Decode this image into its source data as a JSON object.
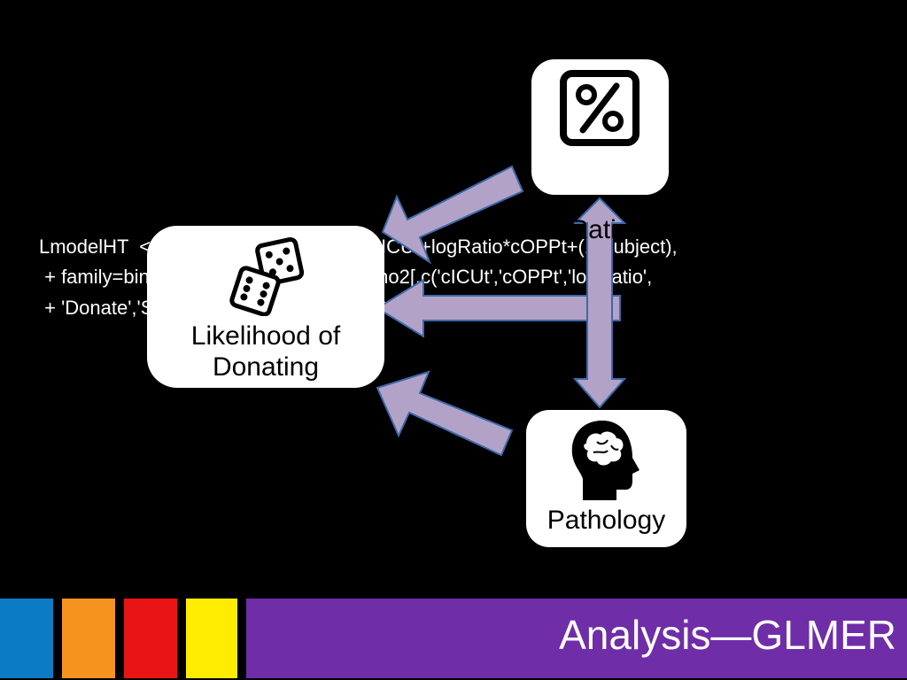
{
  "code": {
    "line1": "LmodelHT  <- glmer(Donate~logRatio*cICUt+logRatio*cOPPt+(1|Subject),",
    "line2": " + family=binomial,data=data.frame(patho2[,c('cICUt','cOPPt','logRatio',",
    "line3": " + 'Donate','Subject','logDecTime')]),nAGQ=10)"
  },
  "nodes": {
    "ratio": {
      "label": "Ratio",
      "icon": "percent-icon"
    },
    "likelihood": {
      "label_line1": "Likelihood of",
      "label_line2": "Donating",
      "icon": "dice-icon"
    },
    "pathology": {
      "label": "Pathology",
      "icon": "head-brain-icon"
    }
  },
  "footer": {
    "title": "Analysis—GLMER",
    "colors": [
      "#0a7bc4",
      "#f6921e",
      "#e81416",
      "#ffec00",
      "#6f2da8"
    ]
  },
  "arrow_color": "#b3a2c7",
  "arrow_stroke": "#3c6aa8"
}
